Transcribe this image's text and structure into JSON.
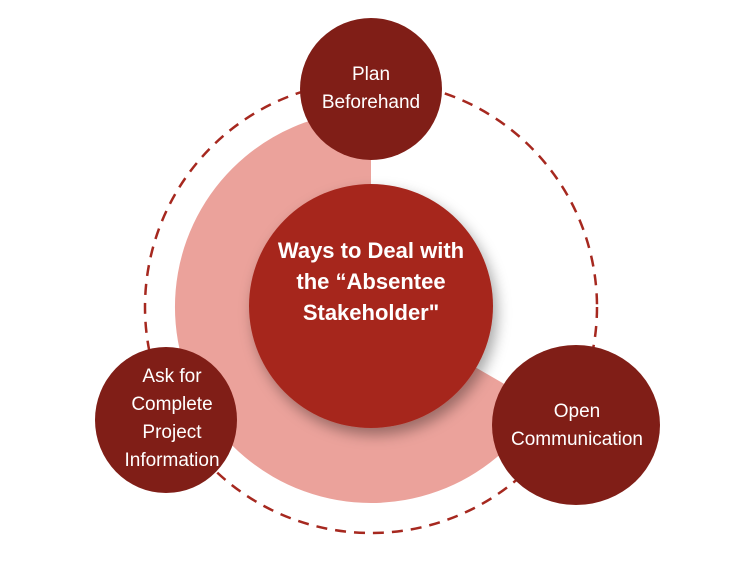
{
  "title": "Ways to Deal with the “Absentee Stakeholder\"",
  "nodes": [
    {
      "label": "Plan\nBeforehand"
    },
    {
      "label": "Ask for\nComplete\nProject\nInformation"
    },
    {
      "label": "Open\nCommunication"
    }
  ],
  "colors": {
    "node": "#801E17",
    "center": "#A6281F",
    "ring": "#EBA29B",
    "dashed": "#A6281F"
  }
}
